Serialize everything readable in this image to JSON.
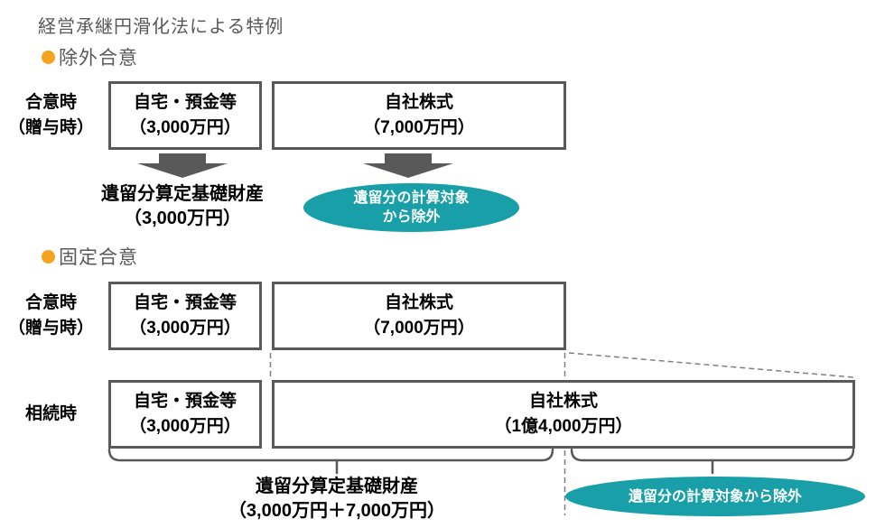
{
  "page": {
    "title": "経営承継円滑化法による特例",
    "colors": {
      "accent_teal": "#189FA8",
      "bullet_orange": "#F5A31F",
      "line_gray": "#595959"
    }
  },
  "exclusion": {
    "header": "除外合意",
    "row_label": {
      "line1": "合意時",
      "line2": "（贈与時）"
    },
    "box_home": {
      "line1": "自宅・預金等",
      "line2": "（3,000万円）"
    },
    "box_stock": {
      "line1": "自社株式",
      "line2": "（7,000万円）"
    },
    "result": {
      "line1": "遺留分算定基礎財産",
      "line2": "（3,000万円）"
    },
    "ellipse": {
      "line1": "遺留分の計算対象",
      "line2": "から除外"
    }
  },
  "fixed": {
    "header": "固定合意",
    "row1_label": {
      "line1": "合意時",
      "line2": "（贈与時）"
    },
    "row1_box_home": {
      "line1": "自宅・預金等",
      "line2": "（3,000万円）"
    },
    "row1_box_stock": {
      "line1": "自社株式",
      "line2": "（7,000万円）"
    },
    "row2_label": "相続時",
    "row2_box_home": {
      "line1": "自宅・預金等",
      "line2": "（3,000万円）"
    },
    "row2_box_stock": {
      "line1": "自社株式",
      "line2": "（1億4,000万円）"
    },
    "bracket_result": {
      "line1": "遺留分算定基礎財産",
      "line2": "（3,000万円＋7,000万円）"
    },
    "ellipse": {
      "text": "遺留分の計算対象から除外"
    }
  }
}
